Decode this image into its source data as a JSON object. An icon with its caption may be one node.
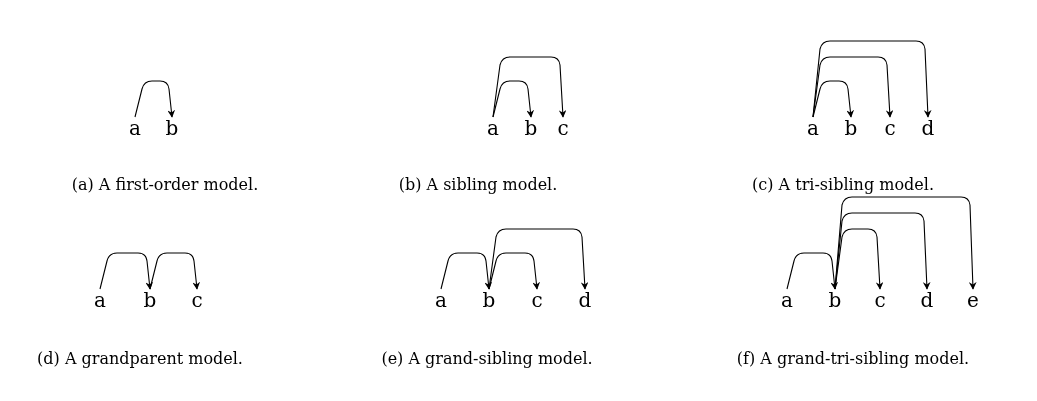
{
  "diagram": {
    "nodes": [
      {
        "text": [
          "a"
        ]
      },
      {
        "text": [
          "b"
        ]
      },
      {
        "text": [
          "a"
        ]
      },
      {
        "text": [
          "b"
        ]
      },
      {
        "text": [
          "c"
        ]
      },
      {
        "text": [
          "a"
        ]
      },
      {
        "text": [
          "b"
        ]
      },
      {
        "text": [
          "c"
        ]
      },
      {
        "text": [
          "d"
        ]
      },
      {
        "text": [
          "a"
        ]
      },
      {
        "text": [
          "b"
        ]
      },
      {
        "text": [
          "c"
        ]
      },
      {
        "text": [
          "a"
        ]
      },
      {
        "text": [
          "b"
        ]
      },
      {
        "text": [
          "c"
        ]
      },
      {
        "text": [
          "d"
        ]
      },
      {
        "text": [
          "a"
        ]
      },
      {
        "text": [
          "b"
        ]
      },
      {
        "text": [
          "c"
        ]
      },
      {
        "text": [
          "d"
        ]
      },
      {
        "text": [
          "e"
        ]
      }
    ],
    "edges": [
      {
        "from": 0,
        "to": 1,
        "arrow": "to"
      },
      {
        "from": 2,
        "to": 3,
        "arrow": "to"
      },
      {
        "from": 2,
        "to": 4,
        "arrow": "to"
      },
      {
        "from": 5,
        "to": 6,
        "arrow": "to"
      },
      {
        "from": 5,
        "to": 7,
        "arrow": "to"
      },
      {
        "from": 5,
        "to": 8,
        "arrow": "to"
      },
      {
        "from": 9,
        "to": 10,
        "arrow": "to"
      },
      {
        "from": 10,
        "to": 11,
        "arrow": "to"
      },
      {
        "from": 12,
        "to": 13,
        "arrow": "to"
      },
      {
        "from": 13,
        "to": 14,
        "arrow": "to"
      },
      {
        "from": 13,
        "to": 15,
        "arrow": "to"
      },
      {
        "from": 16,
        "to": 17,
        "arrow": "to"
      },
      {
        "from": 17,
        "to": 18,
        "arrow": "to"
      },
      {
        "from": 17,
        "to": 19,
        "arrow": "to"
      },
      {
        "from": 17,
        "to": 20,
        "arrow": "to"
      }
    ],
    "labels": [
      "(a) A first-order model.",
      "(b) A sibling model.",
      "(c) A tri-sibling model.",
      "(d) A grandparent model.",
      "(e) A grand-sibling model.",
      "(f) A grand-tri-sibling model."
    ]
  }
}
